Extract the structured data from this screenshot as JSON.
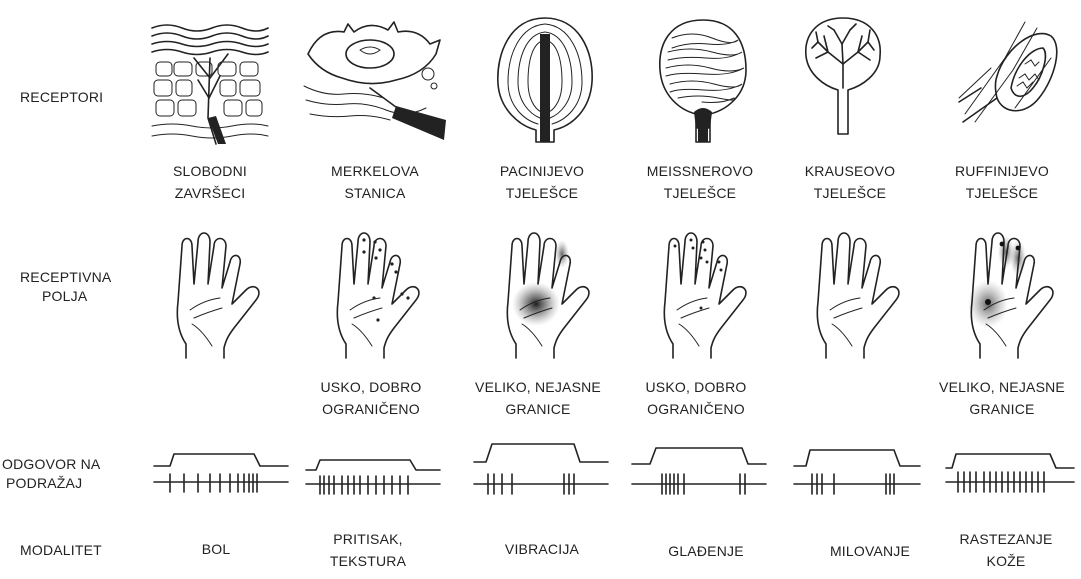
{
  "row_labels": {
    "receptors": "RECEPTORI",
    "fields": [
      "RECEPTIVNA",
      "POLJA"
    ],
    "response": [
      "ODGOVOR NA",
      "PODRAŽAJ"
    ],
    "modality": "MODALITET"
  },
  "columns": [
    {
      "receptor_icon": "free-nerve-endings-icon",
      "name": [
        "SLOBODNI",
        "ZAVRŠECI"
      ],
      "field_desc": [
        "",
        ""
      ],
      "modality": [
        "BOL",
        ""
      ]
    },
    {
      "receptor_icon": "merkel-cell-icon",
      "name": [
        "MERKELOVA",
        "STANICA"
      ],
      "field_desc": [
        "USKO, DOBRO",
        "OGRANIČENO"
      ],
      "modality": [
        "PRITISAK,",
        "TEKSTURA"
      ]
    },
    {
      "receptor_icon": "pacinian-corpuscle-icon",
      "name": [
        "PACINIJEVO",
        "TJELEŠCE"
      ],
      "field_desc": [
        "VELIKO, NEJASNE",
        "GRANICE"
      ],
      "modality": [
        "VIBRACIJA",
        ""
      ]
    },
    {
      "receptor_icon": "meissner-corpuscle-icon",
      "name": [
        "MEISSNEROVO",
        "TJELEŠCE"
      ],
      "field_desc": [
        "USKO, DOBRO",
        "OGRANIČENO"
      ],
      "modality": [
        "GLAĐENJE",
        ""
      ]
    },
    {
      "receptor_icon": "krause-corpuscle-icon",
      "name": [
        "KRAUSEOVO",
        "TJELEŠCE"
      ],
      "field_desc": [
        "",
        ""
      ],
      "modality": [
        "MILOVANJE",
        ""
      ]
    },
    {
      "receptor_icon": "ruffini-corpuscle-icon",
      "name": [
        "RUFFINIJEVO",
        "TJELEŠCE"
      ],
      "field_desc": [
        "VELIKO, NEJASNE",
        "GRANICE"
      ],
      "modality": [
        "RASTEZANJE",
        "KOŽE"
      ]
    }
  ],
  "colors": {
    "ink": "#222222",
    "background": "#ffffff"
  }
}
